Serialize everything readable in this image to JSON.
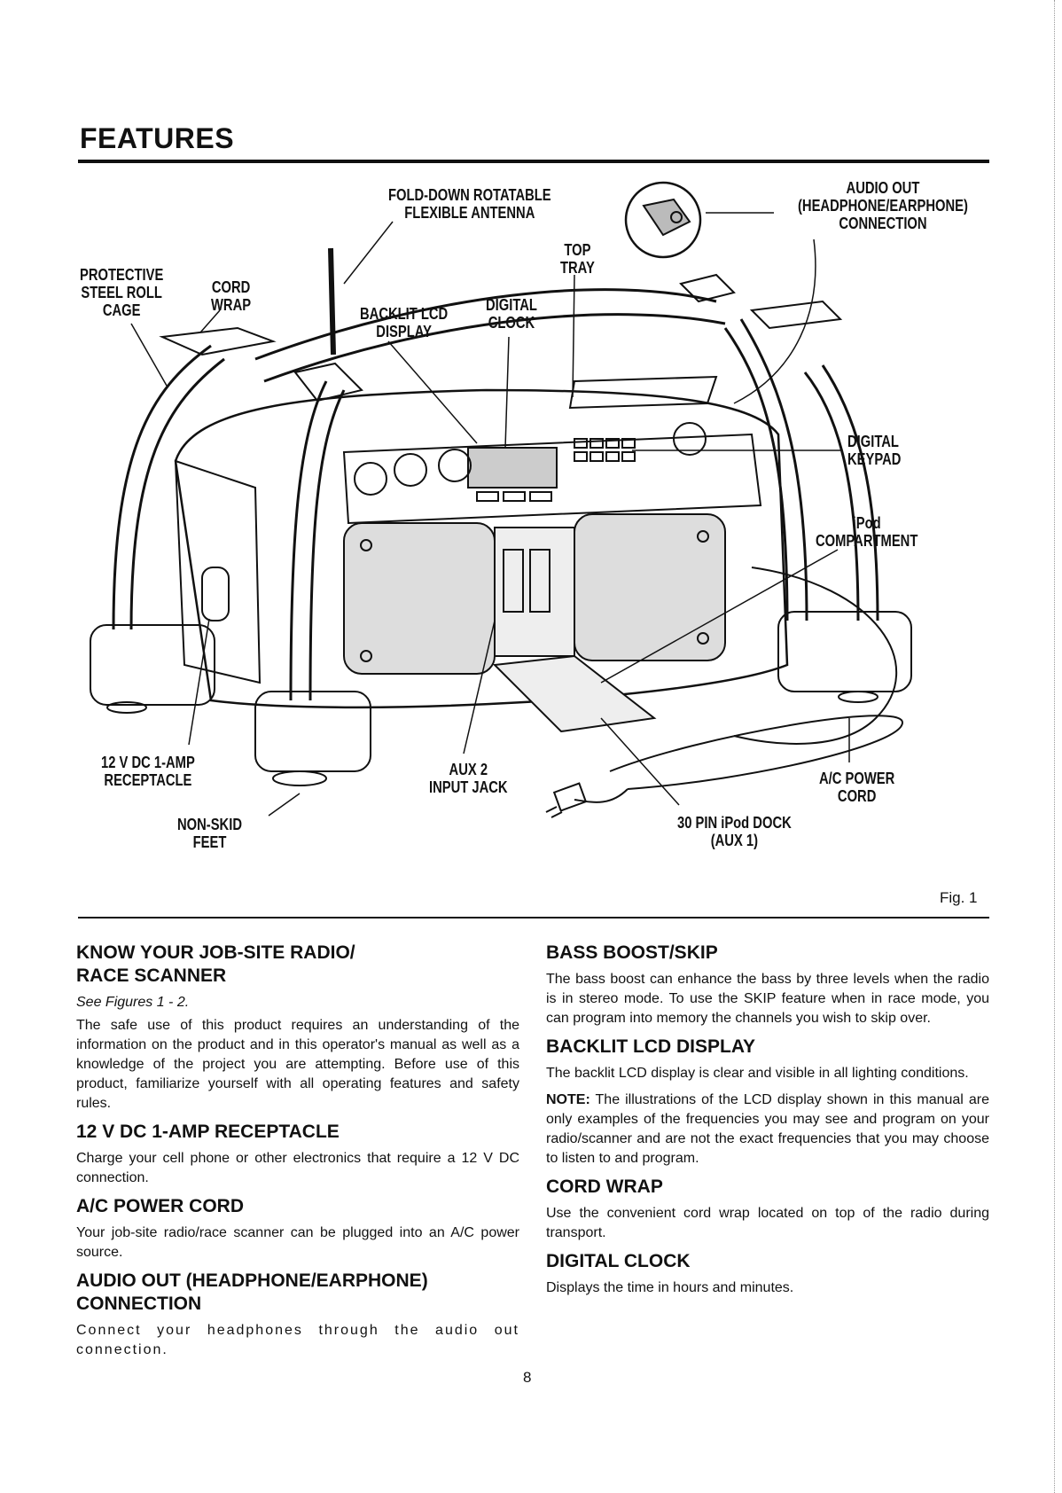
{
  "page_title": "FEATURES",
  "figure": {
    "label": "Fig. 1",
    "callouts": {
      "antenna": "FOLD-DOWN ROTATABLE\nFLEXIBLE ANTENNA",
      "audio_out": "AUDIO OUT\n(HEADPHONE/EARPHONE)\nCONNECTION",
      "top_tray": "TOP\nTRAY",
      "roll_cage": "PROTECTIVE\nSTEEL ROLL\nCAGE",
      "cord_wrap": "CORD\nWRAP",
      "lcd": "BACKLIT LCD\nDISPLAY",
      "clock": "DIGITAL\nCLOCK",
      "keypad": "DIGITAL\nKEYPAD",
      "ipod_compartment": "iPod\nCOMPARTMENT",
      "receptacle": "12 V DC 1-AMP\nRECEPTACLE",
      "aux2": "AUX 2\nINPUT JACK",
      "ac_cord": "A/C POWER\nCORD",
      "feet": "NON-SKID\nFEET",
      "dock": "30 PIN iPod DOCK\n(AUX 1)"
    }
  },
  "left_column": {
    "know": {
      "heading_line1": "KNOW YOUR JOB-SITE RADIO/",
      "heading_line2": "RACE SCANNER",
      "see_figures": "See Figures 1 - 2.",
      "body": "The safe use of this product requires an understanding of the information on the product and in this operator's manual as well as a knowledge of the project you are attempting. Before use of this product, familiarize yourself with all operating features and safety rules."
    },
    "receptacle": {
      "heading": "12 V DC 1-AMP RECEPTACLE",
      "body": "Charge your cell phone or other electronics that require a 12 V DC connection."
    },
    "ac_cord": {
      "heading": "A/C POWER CORD",
      "body": "Your job-site radio/race scanner can be plugged into an A/C power source."
    },
    "audio_out": {
      "heading_line1": "AUDIO OUT (HEADPHONE/EARPHONE)",
      "heading_line2": "CONNECTION",
      "body": "Connect your headphones through the audio out connection."
    }
  },
  "right_column": {
    "bass": {
      "heading": "BASS BOOST/SKIP",
      "body": "The bass boost can enhance the bass by three levels when the radio is in stereo mode. To use the SKIP feature when in race mode, you can program into memory the channels you wish to skip over."
    },
    "lcd": {
      "heading": "BACKLIT LCD DISPLAY",
      "body": "The backlit LCD display is clear and visible in all lighting conditions.",
      "note_label": "NOTE:",
      "note_body": " The illustrations of the LCD display shown in this manual are only examples of the frequencies you may see and program on your radio/scanner and are not the exact frequencies that you may choose to listen to and program."
    },
    "cord_wrap": {
      "heading": "CORD WRAP",
      "body": "Use the convenient cord wrap located on top of the radio during transport."
    },
    "clock": {
      "heading": "DIGITAL CLOCK",
      "body": "Displays the time in hours and minutes."
    }
  },
  "page_number": "8"
}
